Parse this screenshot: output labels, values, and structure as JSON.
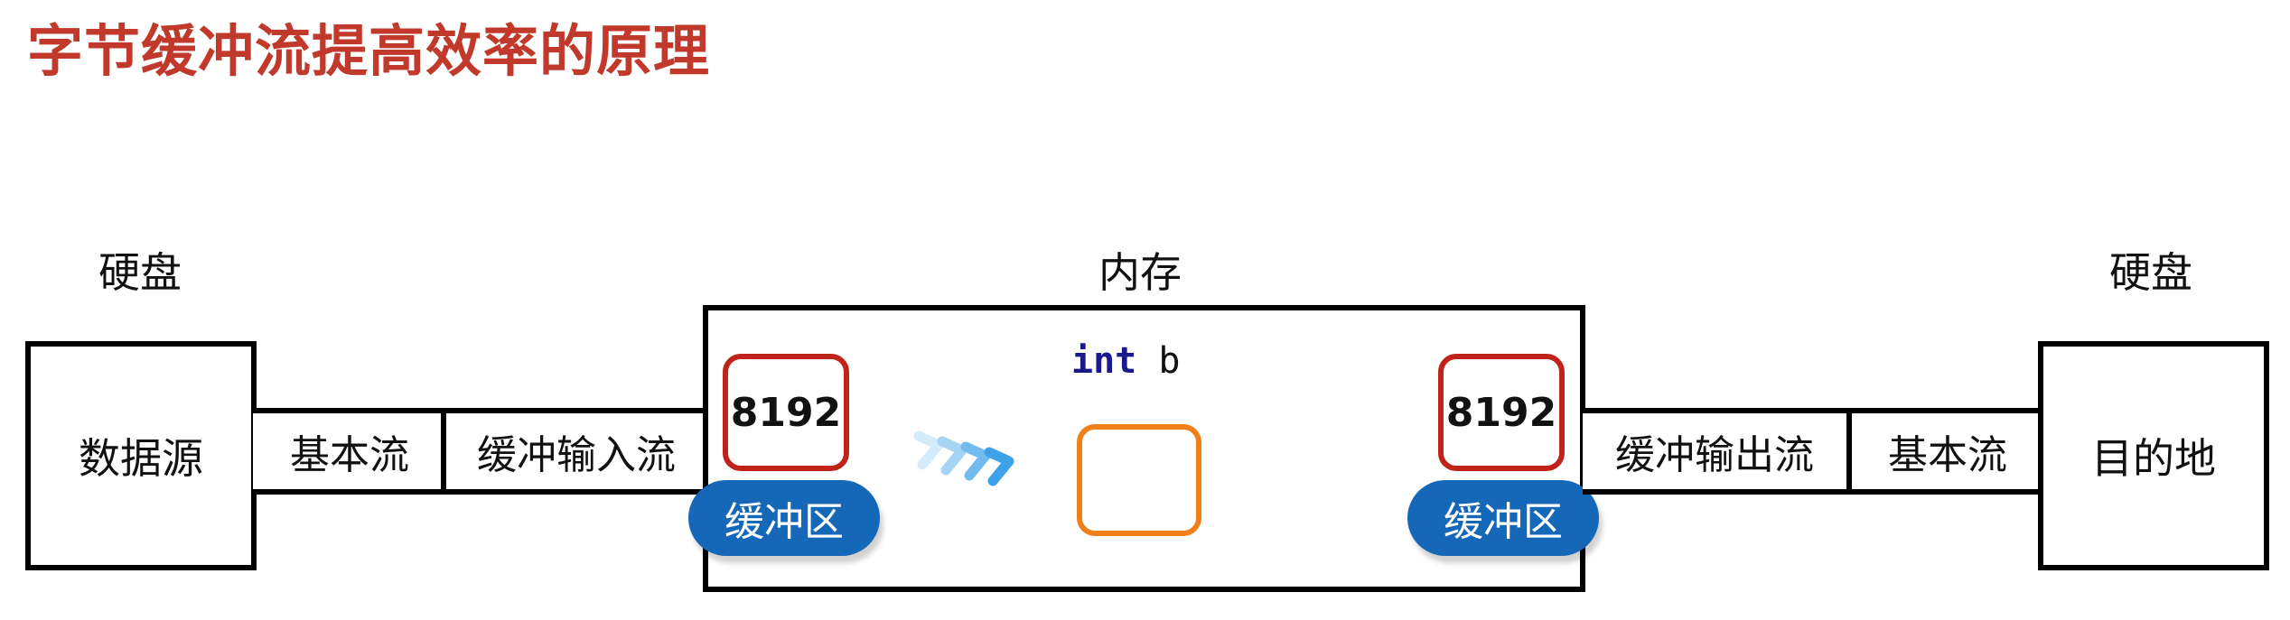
{
  "title": "字节缓冲流提高效率的原理",
  "labels": {
    "left_disk": "硬盘",
    "memory": "内存",
    "right_disk": "硬盘"
  },
  "source_box": "数据源",
  "dest_box": "目的地",
  "streams": {
    "left_basic": "基本流",
    "buffered_input": "缓冲输入流",
    "buffered_output": "缓冲输出流",
    "right_basic": "基本流"
  },
  "buffers": {
    "left_size": "8192",
    "right_size": "8192",
    "left_label": "缓冲区",
    "right_label": "缓冲区"
  },
  "code": {
    "keyword": "int",
    "variable": " b"
  },
  "colors": {
    "title": "#c0392b",
    "buffer_border": "#c0231a",
    "buffer_pill": "#1568b8",
    "variable_box": "#ee7f1a",
    "arrows": "#3ea2e8"
  },
  "icons": {
    "transfer": "chevron-arrows-right-icon"
  }
}
